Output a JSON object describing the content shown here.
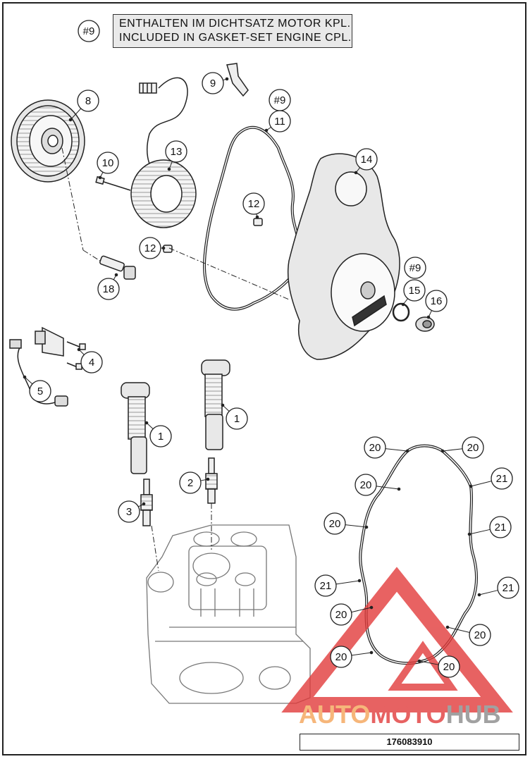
{
  "notice": {
    "line1": "ENTHALTEN IM DICHTSATZ MOTOR KPL.",
    "line2": "INCLUDED IN GASKET-SET ENGINE CPL.",
    "ref": "#9"
  },
  "document_number": "176083910",
  "watermark": {
    "brand": "AUTOMOTOHUB",
    "part_a": "AUTO",
    "part_b": "MOTO",
    "part_c": "HUB",
    "color_a": "#f5a55a",
    "color_b": "#e23b3b",
    "color_c": "#8a8a8a"
  },
  "callouts": [
    {
      "label": "8"
    },
    {
      "label": "13"
    },
    {
      "label": "10"
    },
    {
      "label": "9"
    },
    {
      "label": "#9"
    },
    {
      "label": "11"
    },
    {
      "label": "14"
    },
    {
      "label": "12"
    },
    {
      "label": "12"
    },
    {
      "label": "18"
    },
    {
      "label": "#9"
    },
    {
      "label": "15"
    },
    {
      "label": "16"
    },
    {
      "label": "4"
    },
    {
      "label": "5"
    },
    {
      "label": "1"
    },
    {
      "label": "1"
    },
    {
      "label": "2"
    },
    {
      "label": "3"
    },
    {
      "label": "20"
    },
    {
      "label": "20"
    },
    {
      "label": "21"
    },
    {
      "label": "20"
    },
    {
      "label": "20"
    },
    {
      "label": "21"
    },
    {
      "label": "21"
    },
    {
      "label": "21"
    },
    {
      "label": "20"
    },
    {
      "label": "20"
    },
    {
      "label": "20"
    },
    {
      "label": "20"
    }
  ]
}
